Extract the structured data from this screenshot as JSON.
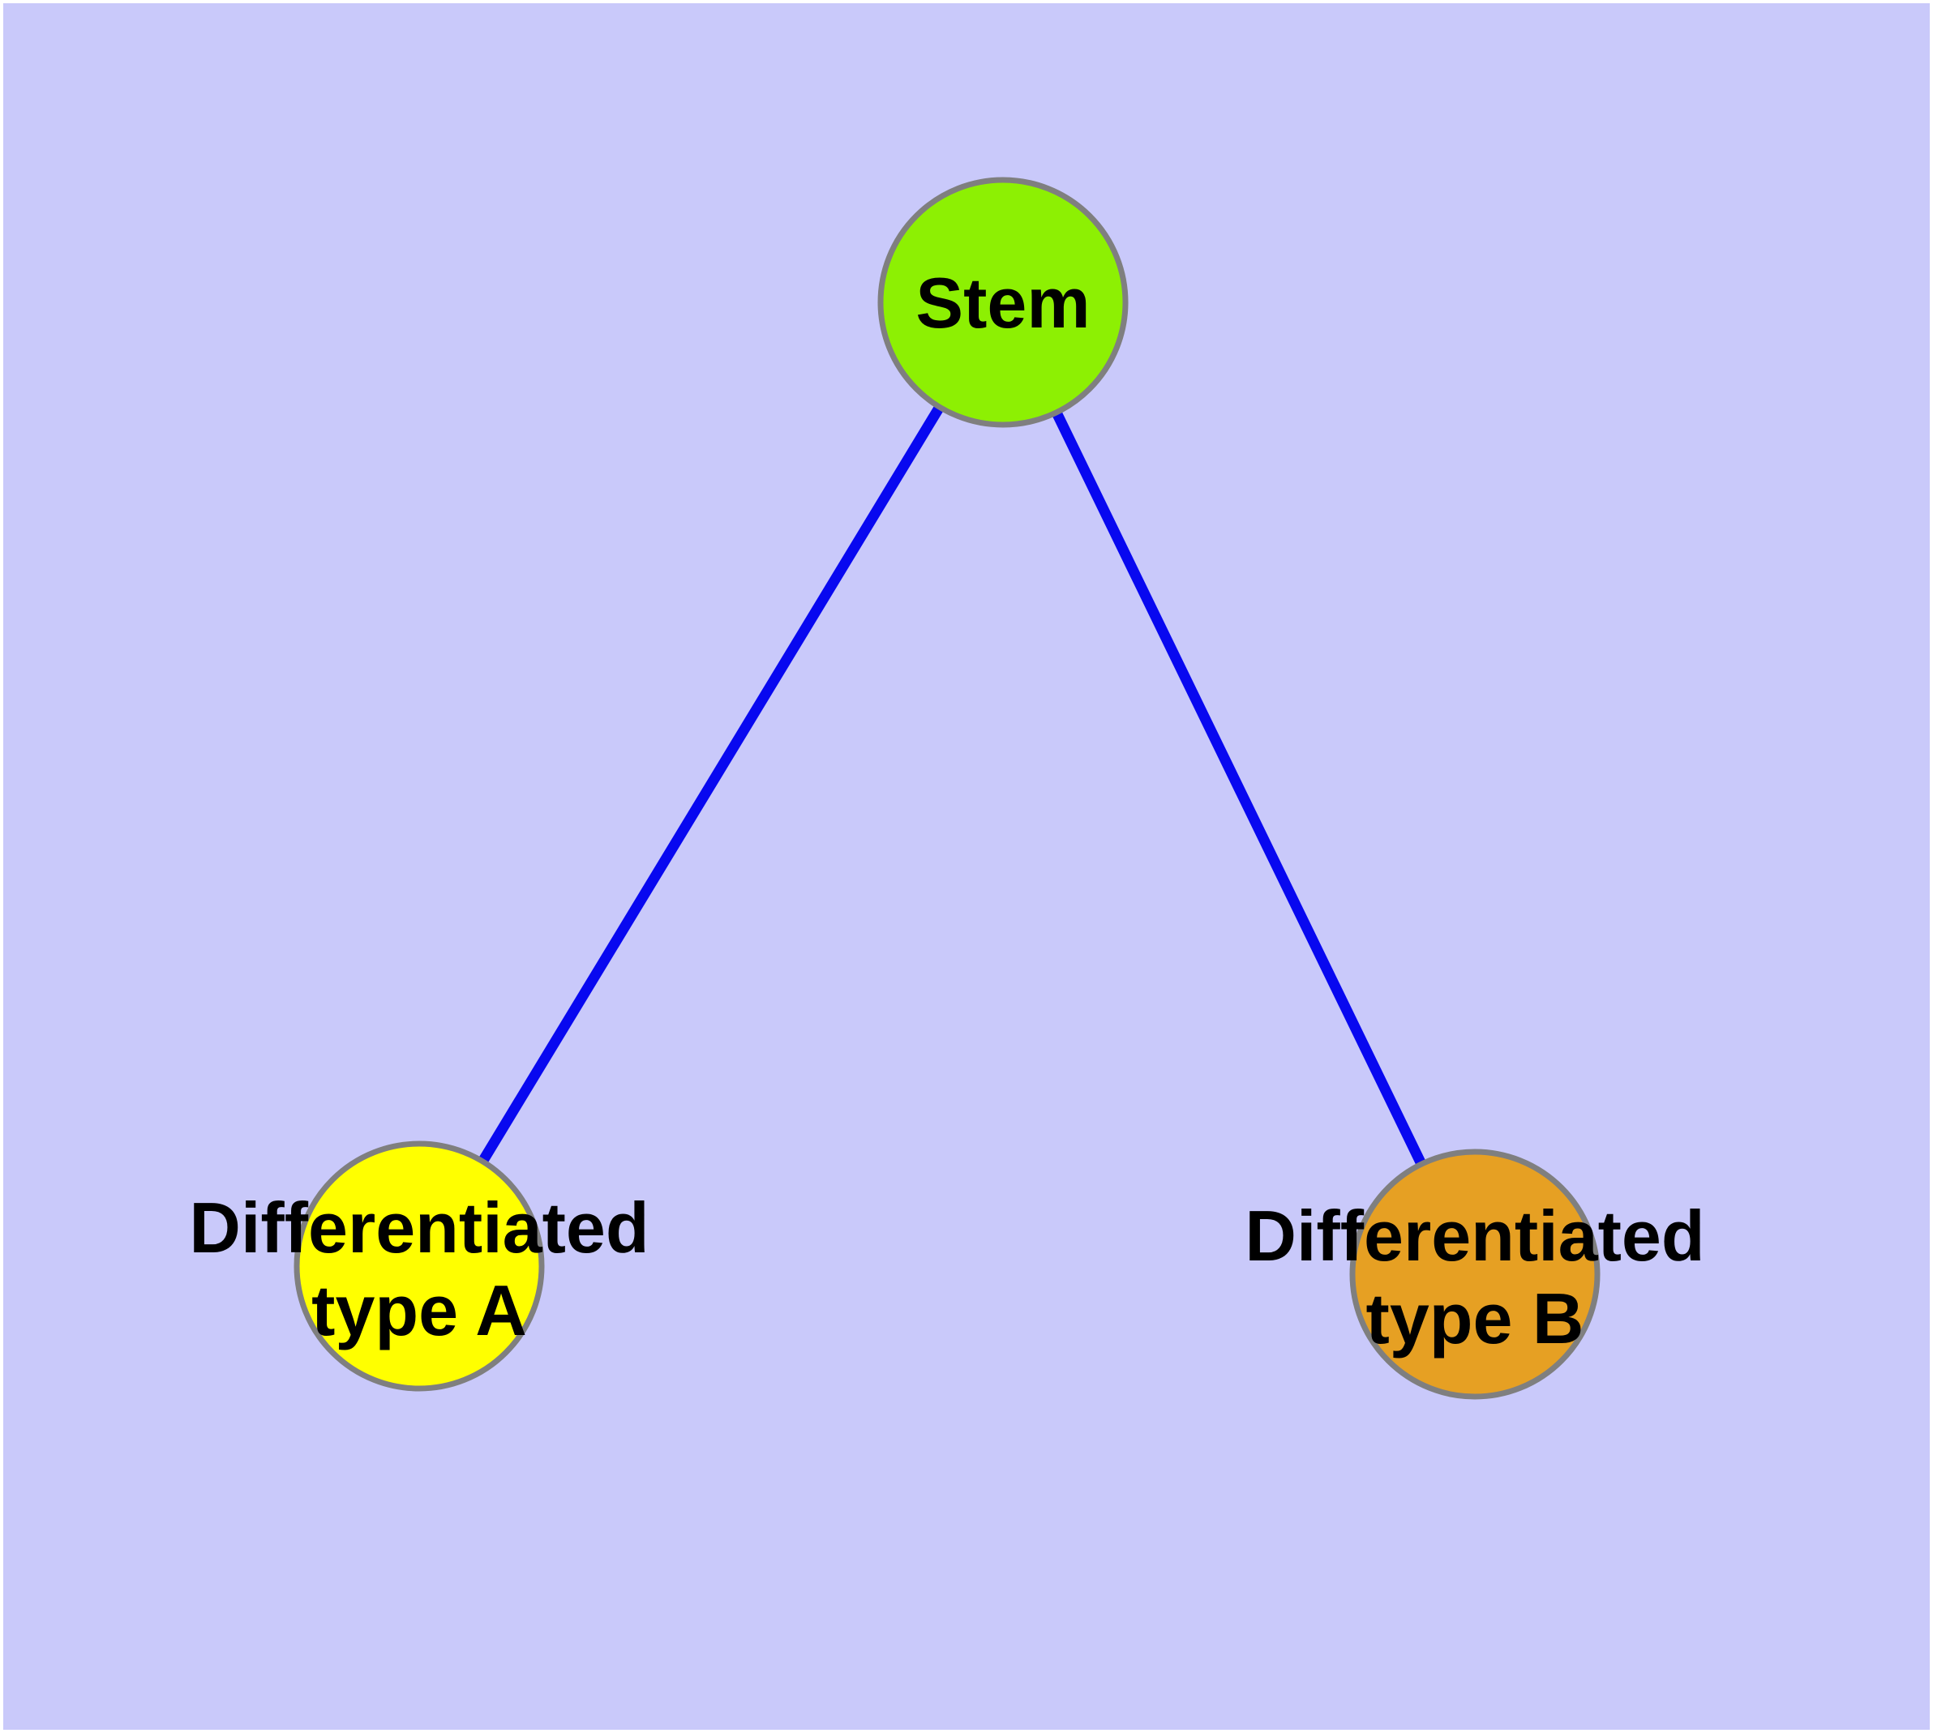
{
  "diagram": {
    "background_color": "#C9C9FA",
    "frame_color": "#FFFFFF",
    "edge_color": "#0808F0",
    "node_border_color": "#7F7F7F",
    "label_color": "#000000",
    "nodes": {
      "stem": {
        "label": "Stem",
        "fill": "#8DF003"
      },
      "type_a": {
        "label": "Differentiated type A",
        "line1": "Differentiated",
        "line2": "type A",
        "fill": "#FFFF00"
      },
      "type_b": {
        "label": "Differentiated type B",
        "line1": "Differentiated",
        "line2": "type B",
        "fill": "#E6A023"
      }
    },
    "edges": [
      {
        "from": "Stem",
        "to": "Differentiated type A"
      },
      {
        "from": "Stem",
        "to": "Differentiated type B"
      }
    ]
  }
}
